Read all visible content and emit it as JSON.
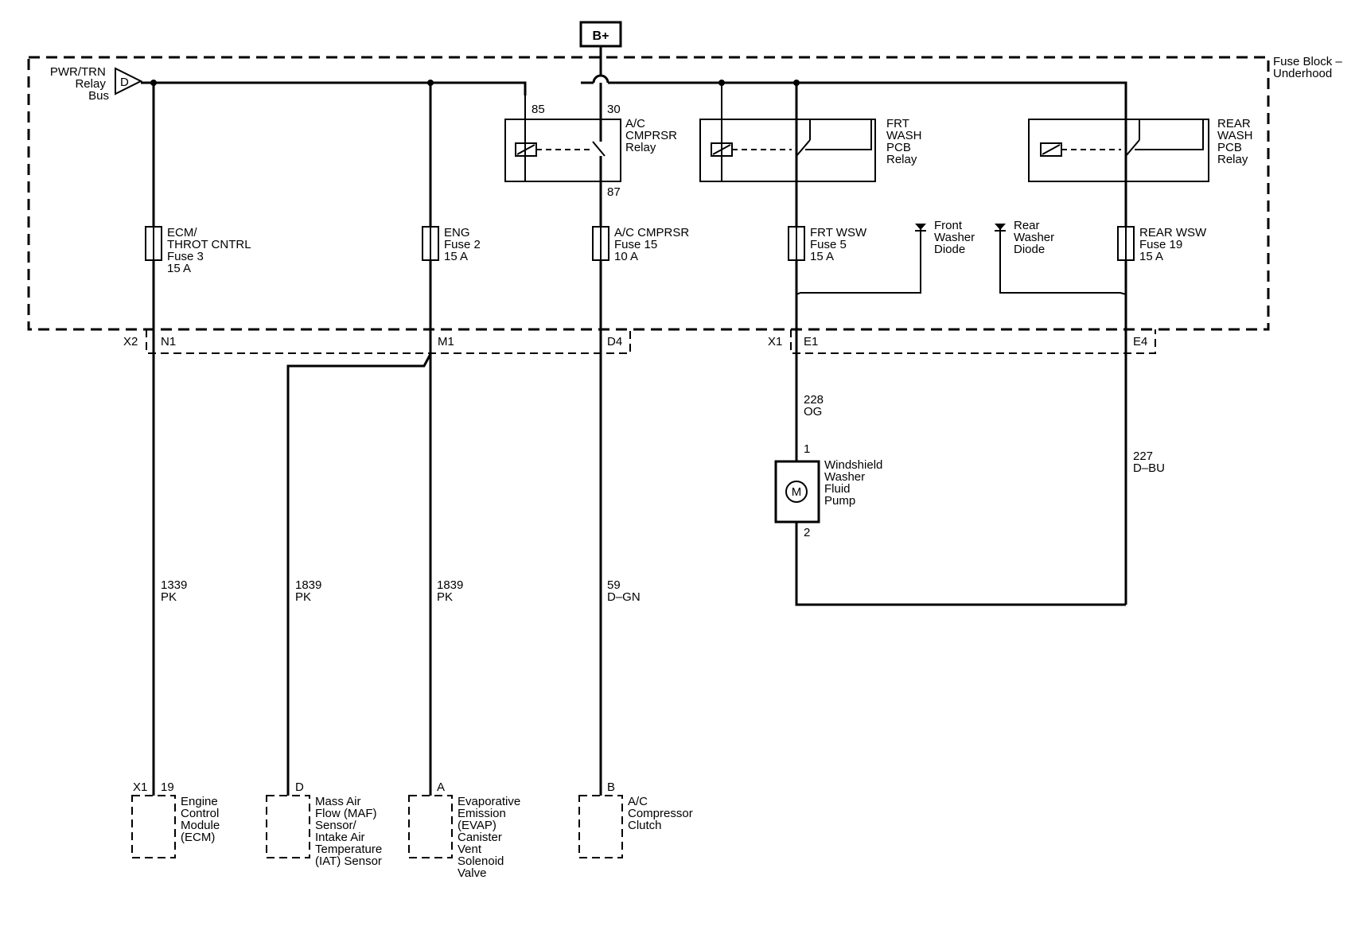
{
  "battery": "B+",
  "fuse_block": [
    "Fuse Block –",
    "Underhood"
  ],
  "relay_bus": [
    "PWR/TRN",
    "Relay",
    "Bus"
  ],
  "relay_bus_connector": "D",
  "ac_relay": {
    "name": [
      "A/C",
      "CMPRSR",
      "Relay"
    ],
    "pins": {
      "p85": "85",
      "p30": "30",
      "p87": "87"
    }
  },
  "frt_relay": {
    "name": [
      "FRT",
      "WASH",
      "PCB",
      "Relay"
    ]
  },
  "rear_relay": {
    "name": [
      "REAR",
      "WASH",
      "PCB",
      "Relay"
    ]
  },
  "fuses": {
    "ecm": [
      "ECM/",
      "THROT CNTRL",
      "Fuse 3",
      "15 A"
    ],
    "eng": [
      "ENG",
      "Fuse 2",
      "15 A"
    ],
    "ac": [
      "A/C CMPRSR",
      "Fuse 15",
      "10 A"
    ],
    "frt": [
      "FRT WSW",
      "Fuse 5",
      "15 A"
    ],
    "rear": [
      "REAR WSW",
      "Fuse 19",
      "15 A"
    ]
  },
  "diodes": {
    "front": [
      "Front",
      "Washer",
      "Diode"
    ],
    "rear": [
      "Rear",
      "Washer",
      "Diode"
    ]
  },
  "connectors": {
    "x2": "X2",
    "n1": "N1",
    "m1": "M1",
    "d4": "D4",
    "x1": "X1",
    "e1": "E1",
    "e4": "E4"
  },
  "wires": {
    "w1339": [
      "1339",
      "PK"
    ],
    "w1839a": [
      "1839",
      "PK"
    ],
    "w1839b": [
      "1839",
      "PK"
    ],
    "w59": [
      "59",
      "D–GN"
    ],
    "w228": [
      "228",
      "OG"
    ],
    "w227": [
      "227",
      "D–BU"
    ]
  },
  "pump": {
    "name": [
      "Windshield",
      "Washer",
      "Fluid",
      "Pump"
    ],
    "symbol": "M",
    "pin_top": "1",
    "pin_bottom": "2"
  },
  "components": {
    "ecm": {
      "connector": "X1",
      "pin": "19",
      "name": [
        "Engine",
        "Control",
        "Module",
        "(ECM)"
      ]
    },
    "maf": {
      "pin": "D",
      "name": [
        "Mass Air",
        "Flow (MAF)",
        "Sensor/",
        "Intake Air",
        "Temperature",
        "(IAT) Sensor"
      ]
    },
    "evap": {
      "pin": "A",
      "name": [
        "Evaporative",
        "Emission",
        "(EVAP)",
        "Canister",
        "Vent",
        "Solenoid",
        "Valve"
      ]
    },
    "ac_clutch": {
      "pin": "B",
      "name": [
        "A/C",
        "Compressor",
        "Clutch"
      ]
    }
  }
}
